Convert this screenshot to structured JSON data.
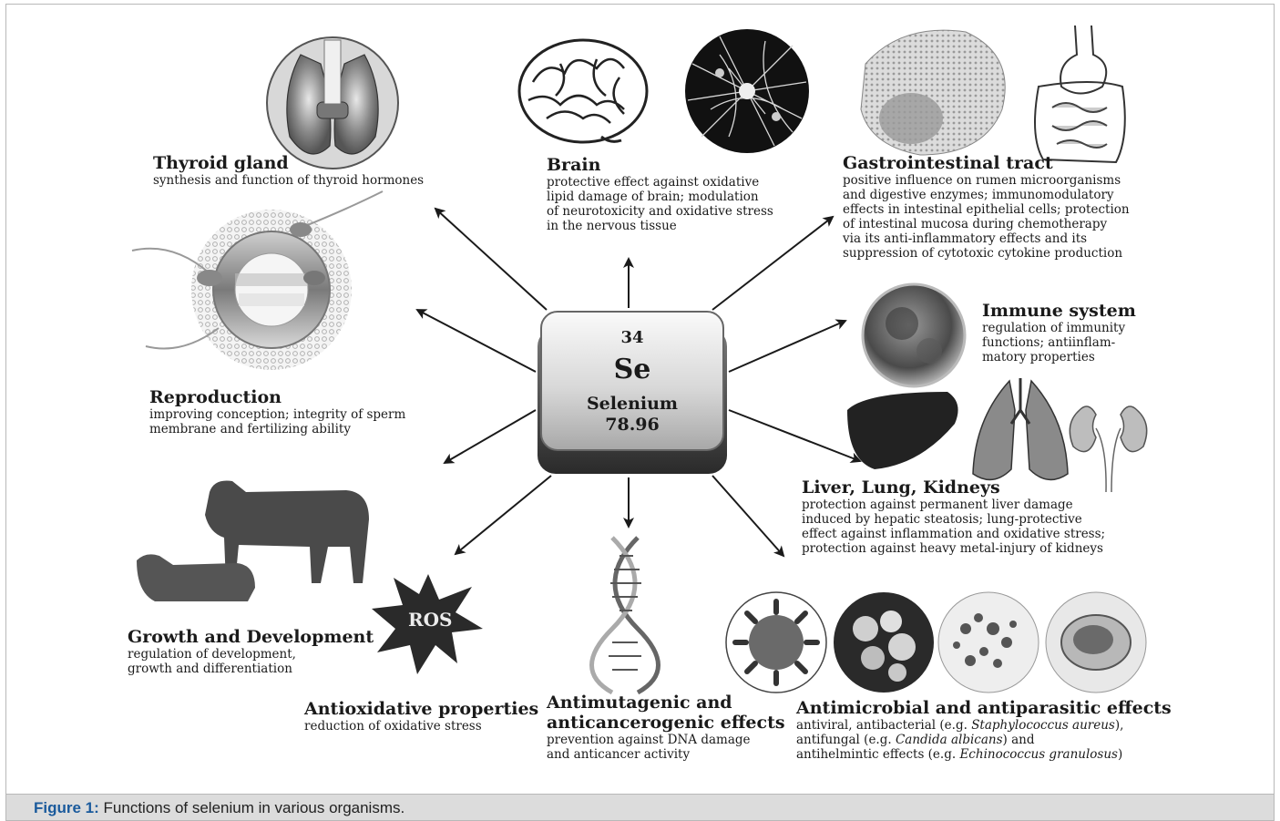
{
  "element": {
    "number": "34",
    "symbol": "Se",
    "name": "Selenium",
    "mass": "78.96"
  },
  "functions": {
    "thyroid": {
      "heading": "Thyroid gland",
      "lines": [
        "synthesis and function of thyroid hormones"
      ]
    },
    "brain": {
      "heading": "Brain",
      "lines": [
        "protective effect against oxidative",
        "lipid damage of brain; modulation",
        "of neurotoxicity and oxidative stress",
        "in the nervous tissue"
      ]
    },
    "gastro": {
      "heading": "Gastrointestinal tract",
      "lines": [
        "positive influence on rumen microorganisms",
        "and digestive enzymes; immunomodulatory",
        "effects in intestinal epithelial cells; protection",
        "of intestinal mucosa during chemotherapy",
        "via its anti-inflammatory effects and its",
        "suppression of cytotoxic cytokine production"
      ]
    },
    "reproduction": {
      "heading": "Reproduction",
      "lines": [
        "improving conception; integrity of sperm",
        "membrane and fertilizing ability"
      ]
    },
    "immune": {
      "heading": "Immune system",
      "lines": [
        "regulation of immunity",
        "functions; antiinflam-",
        "matory properties"
      ]
    },
    "liver": {
      "heading": "Liver, Lung, Kidneys",
      "lines": [
        "protection against permanent liver damage",
        "induced by hepatic steatosis; lung-protective",
        "effect against inflammation and oxidative stress;",
        "protection against heavy metal-injury of kidneys"
      ]
    },
    "growth": {
      "heading": "Growth and Development",
      "lines": [
        "regulation of development,",
        "growth and differentiation"
      ]
    },
    "antiox": {
      "heading": "Antioxidative properties",
      "lines": [
        "reduction of oxidative stress"
      ],
      "badge": "ROS"
    },
    "antimut": {
      "heading_line1": "Antimutagenic and",
      "heading_line2": "anticancerogenic effects",
      "lines": [
        "prevention against DNA damage",
        "and anticancer activity"
      ]
    },
    "antimicro": {
      "heading": "Antimicrobial and antiparasitic effects",
      "line1_pre": "antiviral, antibacterial (e.g. ",
      "line1_italic": "Staphylococcus aureus",
      "line1_post": "),",
      "line2_pre": "antifungal (e.g. ",
      "line2_italic": "Candida albicans",
      "line2_post": ") and",
      "line3_pre": "antihelmintic effects (e.g. ",
      "line3_italic": "Echinococcus granulosus",
      "line3_post": ")"
    }
  },
  "caption": {
    "label": "Figure 1:",
    "text": " Functions of selenium in various organisms."
  },
  "icons": [
    "thyroid-gland-illustration",
    "brain-illustration",
    "neuron-network-illustration",
    "stomach-illustration",
    "digestive-tract-illustration",
    "sperm-egg-illustration",
    "immune-cell-illustration",
    "liver-illustration",
    "lungs-illustration",
    "kidneys-illustration",
    "cattle-illustration",
    "ros-star-icon",
    "dna-helix-illustration",
    "virus-illustration",
    "bacteria-illustration",
    "fungi-illustration",
    "parasite-illustration"
  ]
}
